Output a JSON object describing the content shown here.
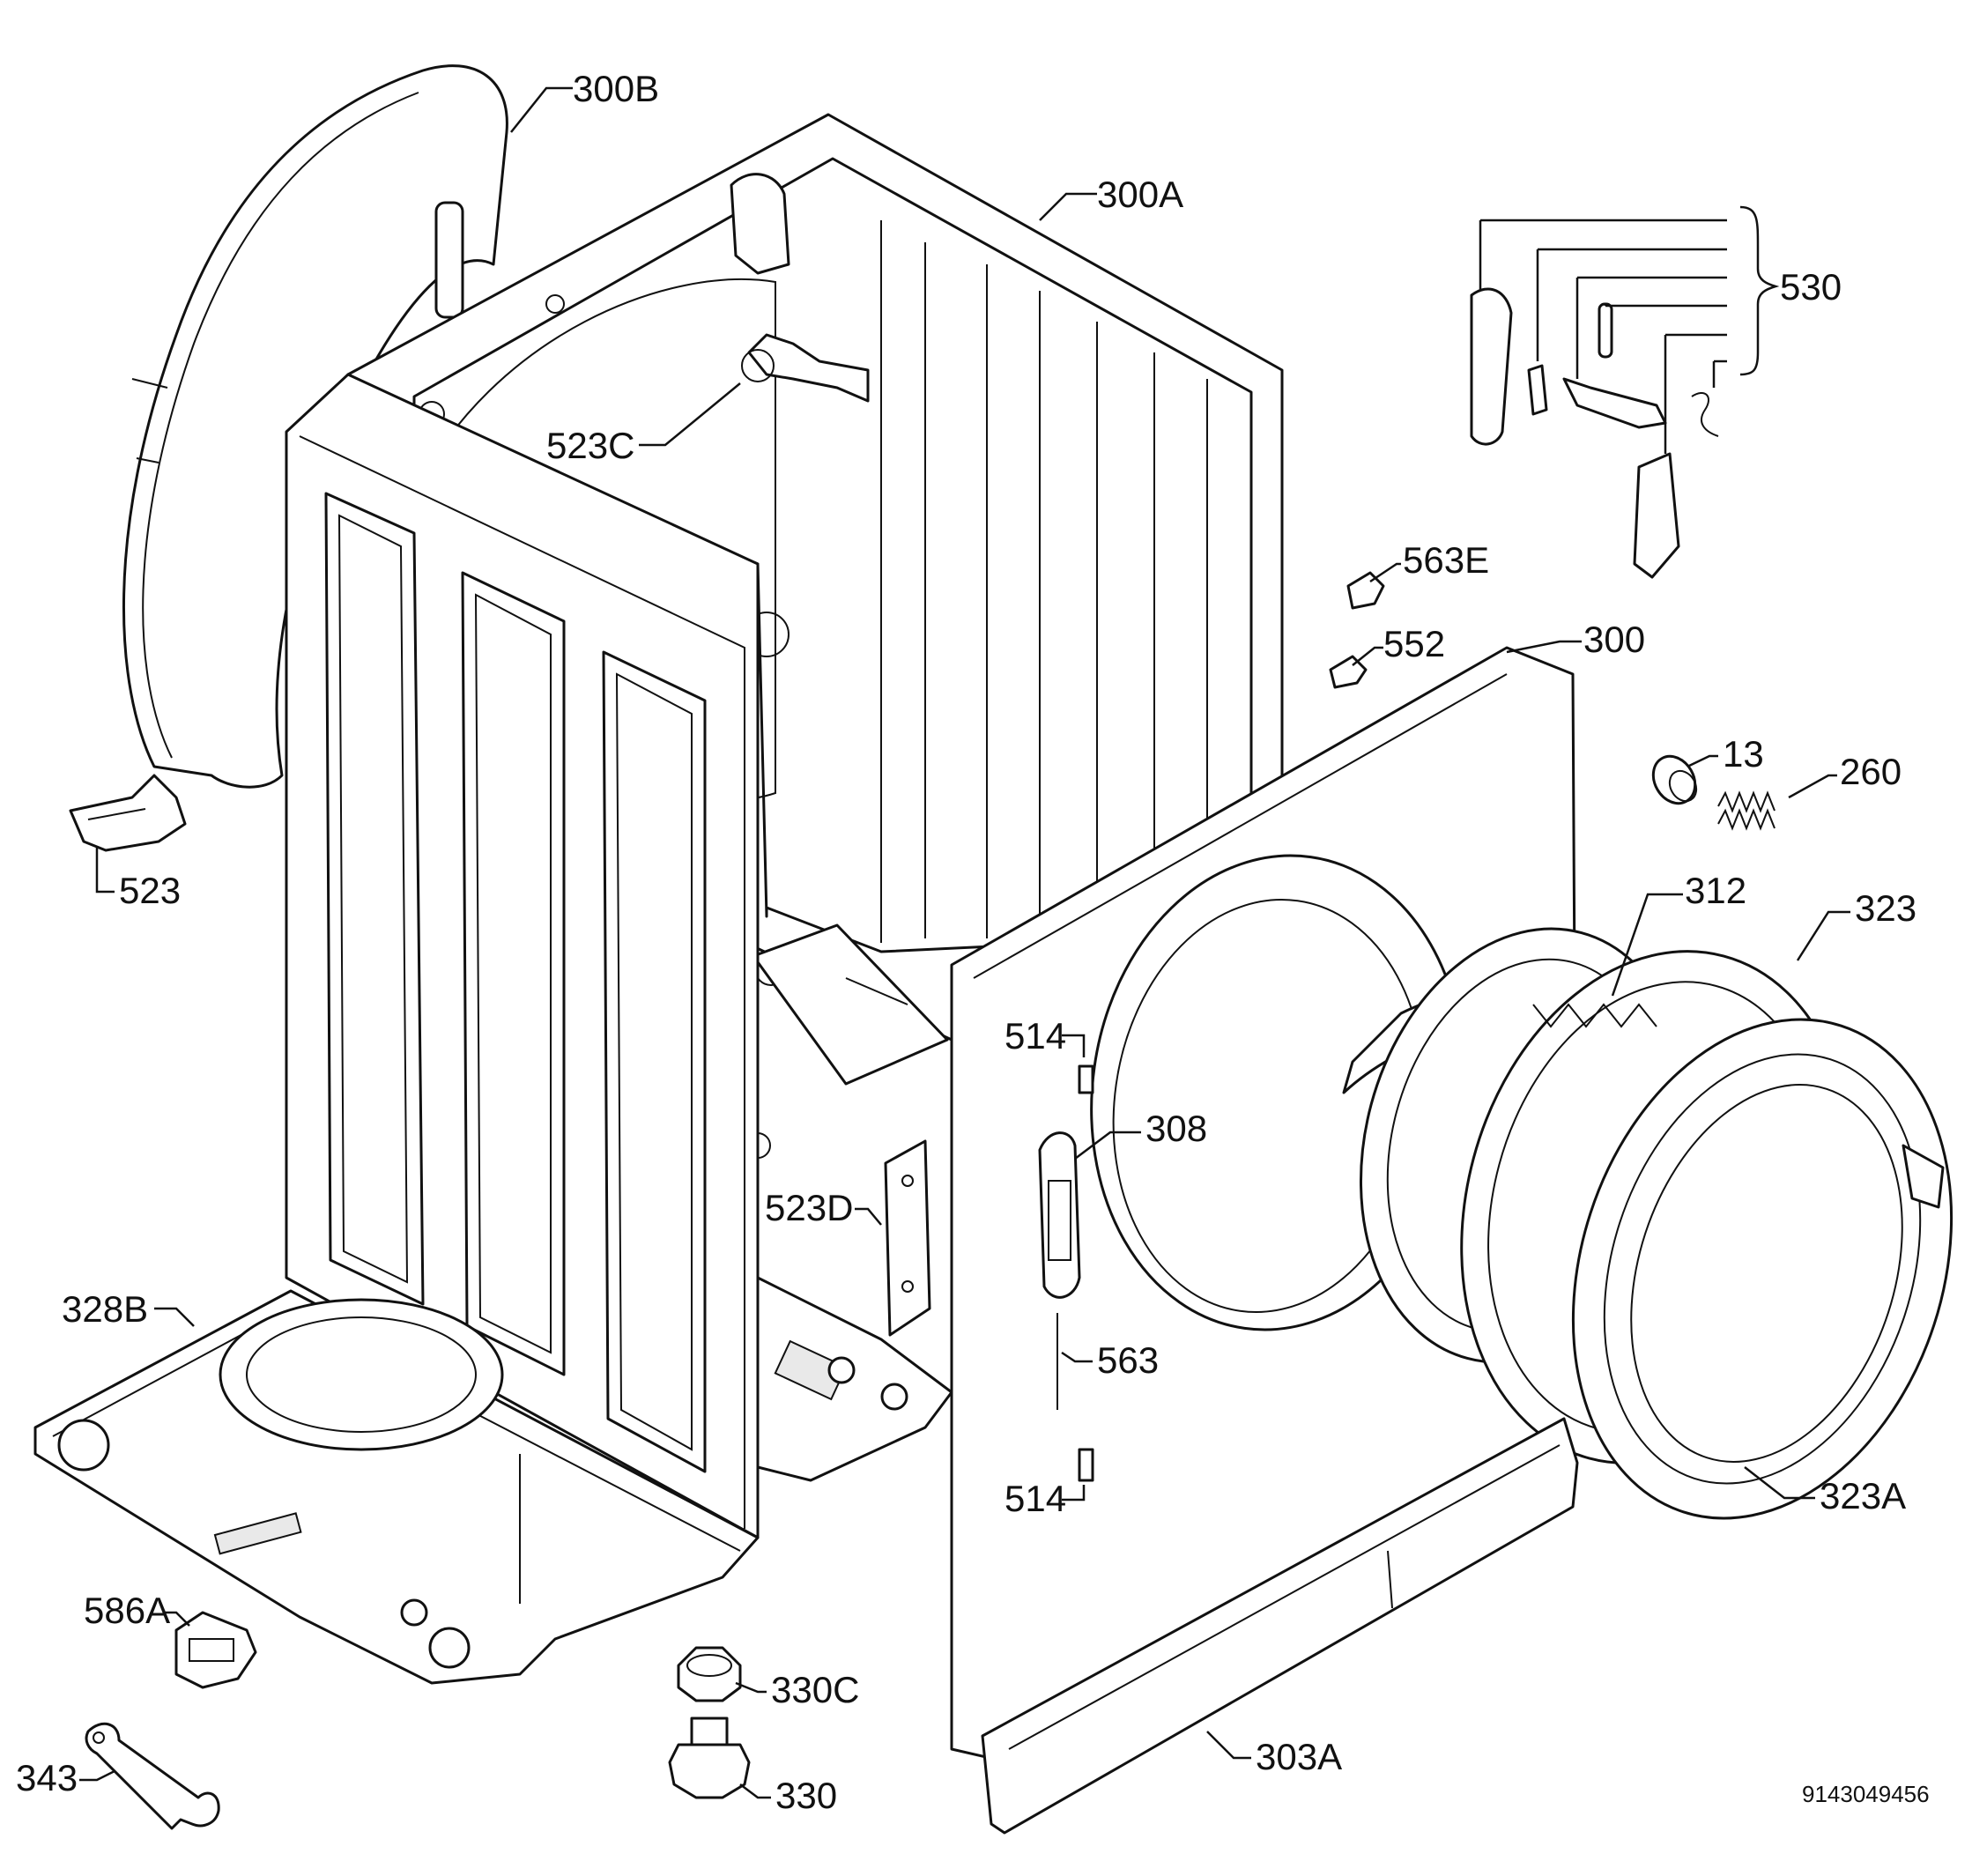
{
  "diagram": {
    "doc_code": "9143049456",
    "callouts": [
      {
        "id": "300B",
        "text": "300B"
      },
      {
        "id": "300A",
        "text": "300A"
      },
      {
        "id": "530",
        "text": "530"
      },
      {
        "id": "523C",
        "text": "523C"
      },
      {
        "id": "563E",
        "text": "563E"
      },
      {
        "id": "552",
        "text": "552"
      },
      {
        "id": "300",
        "text": "300"
      },
      {
        "id": "13",
        "text": "13"
      },
      {
        "id": "260",
        "text": "260"
      },
      {
        "id": "523",
        "text": "523"
      },
      {
        "id": "312",
        "text": "312"
      },
      {
        "id": "323",
        "text": "323"
      },
      {
        "id": "514a",
        "text": "514"
      },
      {
        "id": "308",
        "text": "308"
      },
      {
        "id": "523D",
        "text": "523D"
      },
      {
        "id": "328B",
        "text": "328B"
      },
      {
        "id": "563",
        "text": "563"
      },
      {
        "id": "514b",
        "text": "514"
      },
      {
        "id": "323A",
        "text": "323A"
      },
      {
        "id": "586A",
        "text": "586A"
      },
      {
        "id": "330C",
        "text": "330C"
      },
      {
        "id": "343",
        "text": "343"
      },
      {
        "id": "330",
        "text": "330"
      },
      {
        "id": "303A",
        "text": "303A"
      }
    ]
  }
}
